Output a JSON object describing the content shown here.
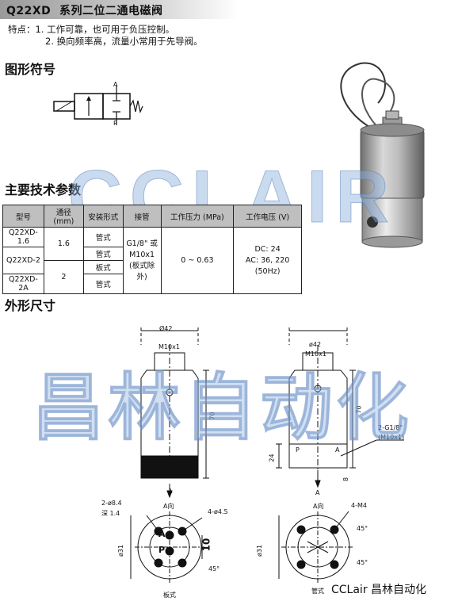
{
  "header": {
    "title": "Q22XD  系列二位二通电磁阀"
  },
  "features": {
    "lead": "特点：",
    "item1": "1. 工作可靠，也可用于负压控制。",
    "item2": "2. 换向频率高，流量小常用于先导阀。"
  },
  "sections": {
    "symbol": "图形符号",
    "specs": "主要技术参数",
    "dimensions": "外形尺寸"
  },
  "symbol_labels": {
    "a": "A",
    "p": "P"
  },
  "watermarks": {
    "latin": "CCLAIR",
    "chinese": "昌林自动化"
  },
  "spec_table": {
    "headers": [
      "型号",
      "通径(mm)",
      "安装形式",
      "接管",
      "工作压力 (MPa)",
      "工作电压 (V)"
    ],
    "models": [
      "Q22XD-1.6",
      "Q22XD-2",
      "Q22XD-2A"
    ],
    "bore_16": "1.6",
    "bore_2": "2",
    "mount": [
      "管式",
      "管式",
      "板式",
      "管式"
    ],
    "pipe_1": "G1/8\" 或",
    "pipe_2": "M10x1",
    "pipe_3": "(板式除外)",
    "pressure": "0 ~ 0.63",
    "voltage_1": "DC: 24",
    "voltage_2": "AC: 36, 220",
    "voltage_3": "(50Hz)"
  },
  "drawing": {
    "left": {
      "dia": "Ø42",
      "thread": "M10x1",
      "height": "70",
      "arrow": "A",
      "view": "A向",
      "holes_a": "2-ø8.4",
      "holes_b": "深 1.4",
      "bolts": "4-ø4.5",
      "dia_base": "ø31",
      "spacing": "10",
      "angle": "45°",
      "port_a": "A",
      "port_p": "P",
      "caption": "板式"
    },
    "right": {
      "dia": "ø42",
      "thread": "M10x1",
      "height": "70",
      "base_h": "24",
      "offset": "8",
      "port_note_1": "2-G1/8\"",
      "port_note_2": "(M10x1)",
      "port_p": "P",
      "port_a": "A",
      "arrow": "A",
      "view": "A向",
      "bolts": "4-M4",
      "angle_1": "45°",
      "angle_2": "45°",
      "dia_base": "ø31",
      "caption": "管式"
    }
  },
  "footer": {
    "brand": "CCLair 昌林自动化"
  }
}
